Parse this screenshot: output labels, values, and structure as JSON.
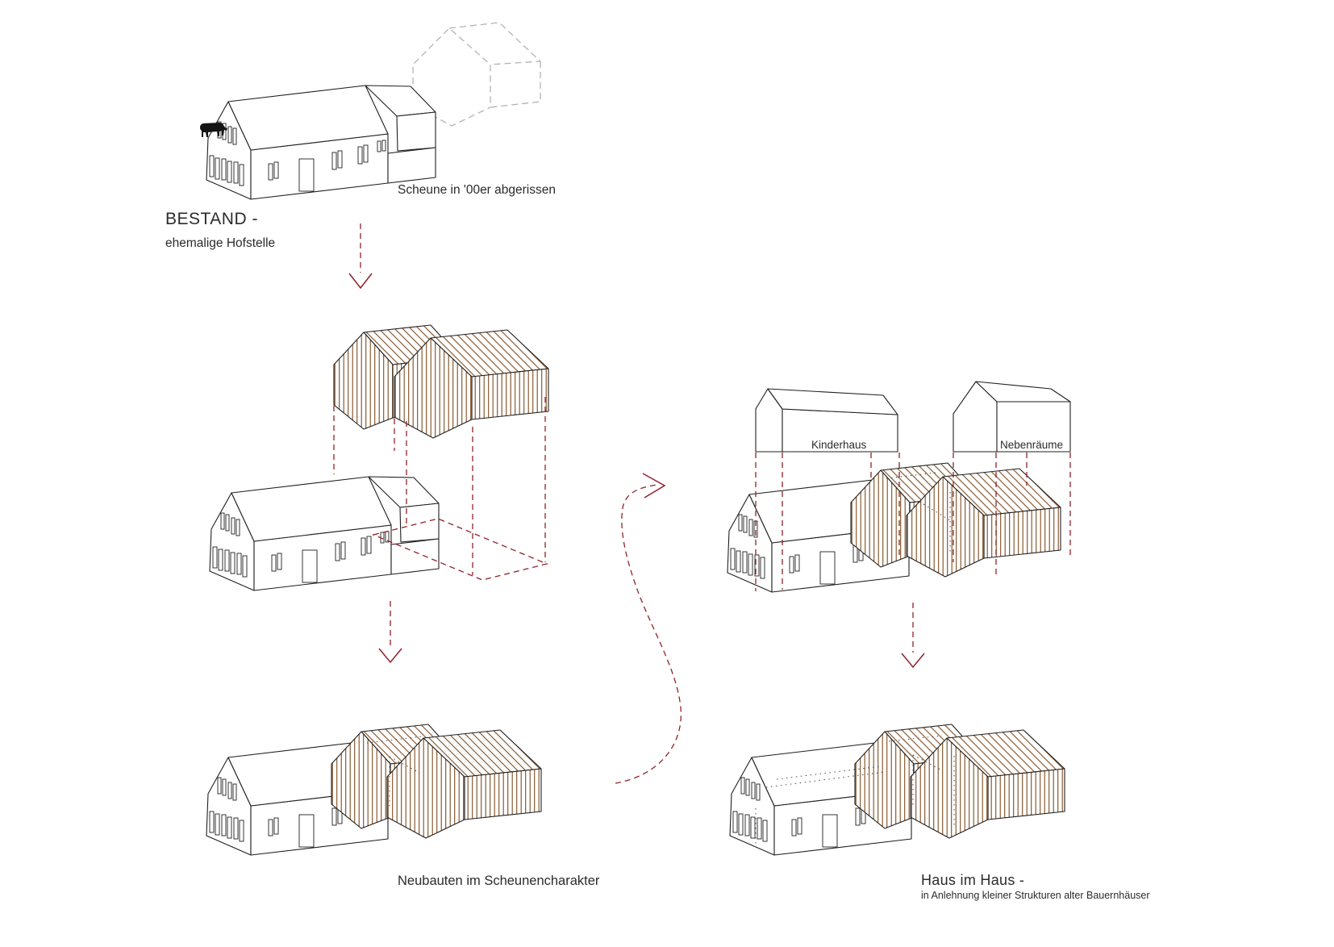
{
  "colors": {
    "line": "#1f1f1f",
    "hatch": "#7d4a1e",
    "red": "#8e222b",
    "gray": "#b3b3b3",
    "dot": "#4a4a4a"
  },
  "stages": {
    "bestand": {
      "title": "BESTAND -",
      "subtitle": "ehemalige Hofstelle",
      "annotation": "Scheune in '00er abgerissen"
    },
    "neubauten": {
      "caption": "Neubauten im Scheunencharakter"
    },
    "haus_im_haus": {
      "title": "Haus im Haus -",
      "subtitle": "in Anlehnung kleiner Strukturen alter Bauernhäuser",
      "volume_labels": {
        "left": "Kinderhaus",
        "right": "Nebenräume"
      }
    }
  }
}
